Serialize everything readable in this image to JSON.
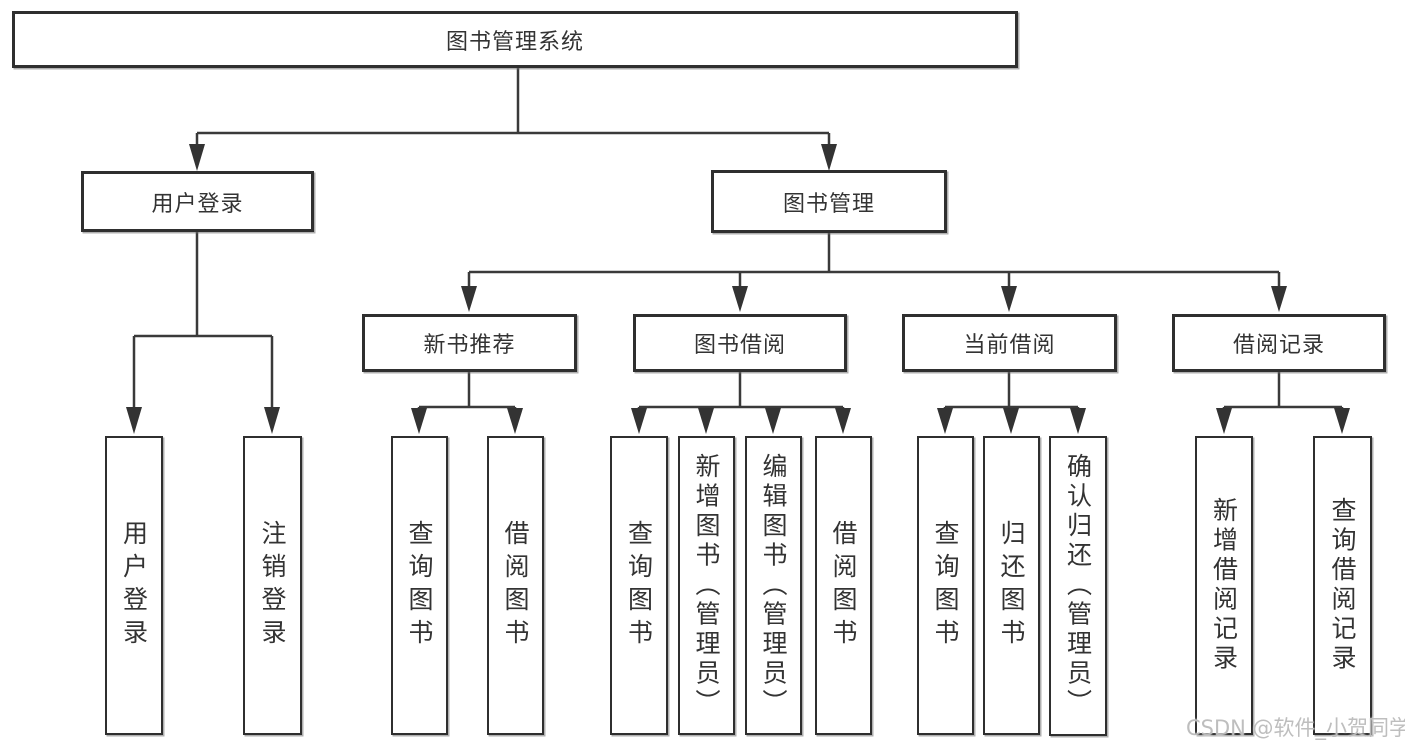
{
  "colors": {
    "background": "#ffffff",
    "line": "#3a3a3a",
    "box_border": "#2f2f2f",
    "text": "#333333",
    "watermark": "#bbbbbb"
  },
  "watermark": {
    "text": "CSDN @软件_小贺同学"
  },
  "diagram": {
    "type": "hierarchy-tree",
    "root": {
      "label": "图书管理系统"
    },
    "branches": [
      {
        "label": "用户登录",
        "children": [
          {
            "label": "用户登录"
          },
          {
            "label": "注销登录"
          }
        ]
      },
      {
        "label": "图书管理",
        "children": [
          {
            "label": "新书推荐",
            "children": [
              {
                "label": "查询图书"
              },
              {
                "label": "借阅图书"
              }
            ]
          },
          {
            "label": "图书借阅",
            "children": [
              {
                "label": "查询图书"
              },
              {
                "label": "新增图书（管理员）"
              },
              {
                "label": "编辑图书（管理员）"
              },
              {
                "label": "借阅图书"
              }
            ]
          },
          {
            "label": "当前借阅",
            "children": [
              {
                "label": "查询图书"
              },
              {
                "label": "归还图书"
              },
              {
                "label": "确认归还（管理员）"
              }
            ]
          },
          {
            "label": "借阅记录",
            "children": [
              {
                "label": "新增借阅记录"
              },
              {
                "label": "查询借阅记录"
              }
            ]
          }
        ]
      }
    ]
  }
}
